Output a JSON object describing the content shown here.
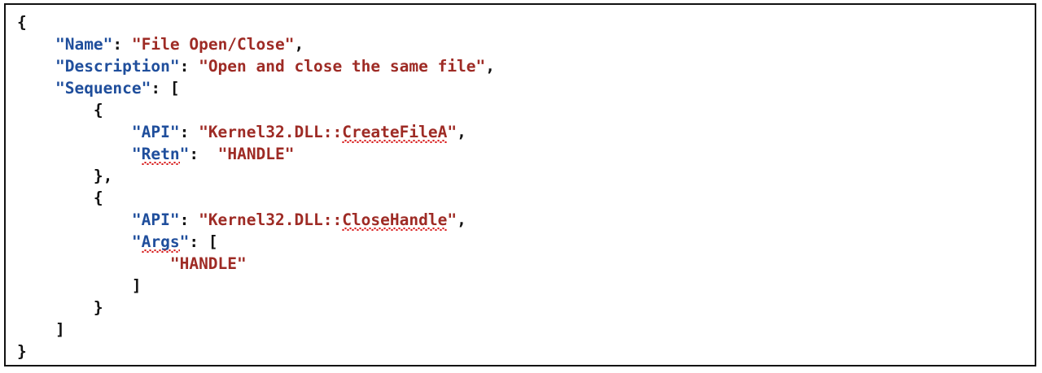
{
  "figure": {
    "name": "json-code-listing",
    "background_color": "#ffffff",
    "border_color": "#111111"
  },
  "theme": {
    "key_color": "#1f4e9c",
    "string_color": "#9e2b25",
    "punctuation_color": "#111111",
    "spellcheck_squiggle_color": "#d81f1f"
  },
  "json_document": {
    "Name": "File Open/Close",
    "Description": "Open and close the same file",
    "Sequence": [
      {
        "API": "Kernel32.DLL::CreateFileA",
        "Retn": "HANDLE"
      },
      {
        "API": "Kernel32.DLL::CloseHandle",
        "Args": [
          "HANDLE"
        ]
      }
    ]
  },
  "lines": [
    {
      "id": "line-1",
      "indent": 0,
      "tokens": [
        {
          "t": "punct",
          "v": "{"
        }
      ]
    },
    {
      "id": "line-2",
      "indent": 4,
      "tokens": [
        {
          "t": "key",
          "v": "\"Name\""
        },
        {
          "t": "punct",
          "v": ": "
        },
        {
          "t": "str",
          "v": "\"File Open/Close\""
        },
        {
          "t": "punct",
          "v": ","
        }
      ]
    },
    {
      "id": "line-3",
      "indent": 4,
      "tokens": [
        {
          "t": "key",
          "v": "\"Description\""
        },
        {
          "t": "punct",
          "v": ": "
        },
        {
          "t": "str",
          "v": "\"Open and close the same file\""
        },
        {
          "t": "punct",
          "v": ","
        }
      ]
    },
    {
      "id": "line-4",
      "indent": 4,
      "tokens": [
        {
          "t": "key",
          "v": "\"Sequence\""
        },
        {
          "t": "punct",
          "v": ": "
        },
        {
          "t": "punct",
          "v": "["
        }
      ]
    },
    {
      "id": "line-5",
      "indent": 8,
      "tokens": [
        {
          "t": "punct",
          "v": "{"
        }
      ]
    },
    {
      "id": "line-6",
      "indent": 12,
      "tokens": [
        {
          "t": "key",
          "v": "\"API\""
        },
        {
          "t": "punct",
          "v": ": "
        },
        {
          "t": "str",
          "v": "\"Kernel32.DLL::"
        },
        {
          "t": "str",
          "v": "CreateFileA",
          "squiggle": true
        },
        {
          "t": "str",
          "v": "\""
        },
        {
          "t": "punct",
          "v": ","
        }
      ]
    },
    {
      "id": "line-7",
      "indent": 12,
      "tokens": [
        {
          "t": "key",
          "v": "\""
        },
        {
          "t": "key",
          "v": "Retn",
          "squiggle": true
        },
        {
          "t": "key",
          "v": "\""
        },
        {
          "t": "punct",
          "v": ":  "
        },
        {
          "t": "str",
          "v": "\"HANDLE\""
        }
      ]
    },
    {
      "id": "line-8",
      "indent": 8,
      "tokens": [
        {
          "t": "punct",
          "v": "},"
        }
      ]
    },
    {
      "id": "line-9",
      "indent": 8,
      "tokens": [
        {
          "t": "punct",
          "v": "{"
        }
      ]
    },
    {
      "id": "line-10",
      "indent": 12,
      "tokens": [
        {
          "t": "key",
          "v": "\"API\""
        },
        {
          "t": "punct",
          "v": ": "
        },
        {
          "t": "str",
          "v": "\"Kernel32.DLL::"
        },
        {
          "t": "str",
          "v": "CloseHandle",
          "squiggle": true
        },
        {
          "t": "str",
          "v": "\""
        },
        {
          "t": "punct",
          "v": ","
        }
      ]
    },
    {
      "id": "line-11",
      "indent": 12,
      "tokens": [
        {
          "t": "key",
          "v": "\""
        },
        {
          "t": "key",
          "v": "Args",
          "squiggle": true
        },
        {
          "t": "key",
          "v": "\""
        },
        {
          "t": "punct",
          "v": ": "
        },
        {
          "t": "punct",
          "v": "["
        }
      ]
    },
    {
      "id": "line-12",
      "indent": 16,
      "tokens": [
        {
          "t": "str",
          "v": "\"HANDLE\""
        }
      ]
    },
    {
      "id": "line-13",
      "indent": 12,
      "tokens": [
        {
          "t": "punct",
          "v": "]"
        }
      ]
    },
    {
      "id": "line-14",
      "indent": 8,
      "tokens": [
        {
          "t": "punct",
          "v": "}"
        }
      ]
    },
    {
      "id": "line-15",
      "indent": 4,
      "tokens": [
        {
          "t": "punct",
          "v": "]"
        }
      ]
    },
    {
      "id": "line-16",
      "indent": 0,
      "tokens": [
        {
          "t": "punct",
          "v": "}"
        }
      ]
    }
  ]
}
